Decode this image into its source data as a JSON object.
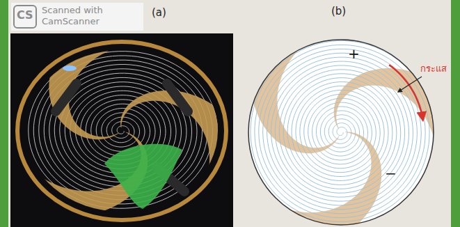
{
  "diagram": {
    "labels": [
      "CS",
      "Scanned with",
      "CamScanner",
      "(a)",
      "(b)",
      "+",
      "−",
      "กระแส"
    ]
  }
}
